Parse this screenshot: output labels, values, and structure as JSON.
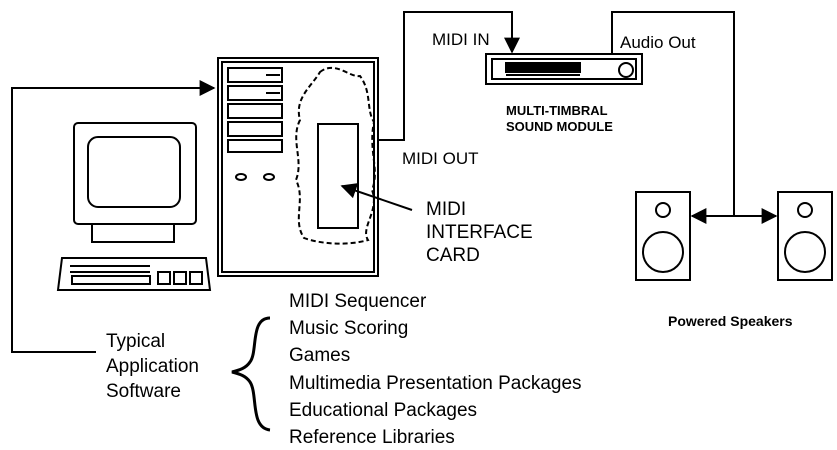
{
  "labels": {
    "midi_in": "MIDI IN",
    "audio_out": "Audio Out",
    "module_line1": "MULTI-TIMBRAL",
    "module_line2": "SOUND MODULE",
    "midi_out": "MIDI OUT",
    "card_line1": "MIDI",
    "card_line2": "INTERFACE",
    "card_line3": "CARD",
    "speakers": "Powered Speakers",
    "typical_line1": "Typical",
    "typical_line2": "Application",
    "typical_line3": "Software"
  },
  "applications": [
    "MIDI Sequencer",
    "Music Scoring",
    "Games",
    "Multimedia Presentation Packages",
    "Educational Packages",
    "Reference Libraries"
  ]
}
